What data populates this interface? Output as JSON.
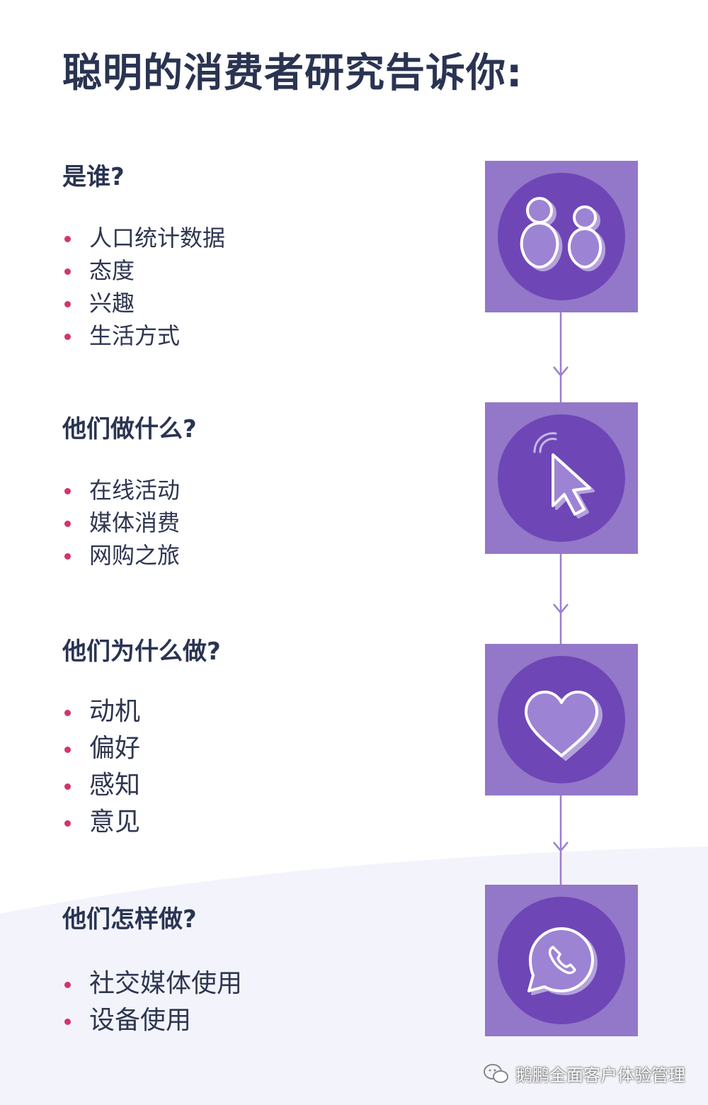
{
  "title": "聪明的消费者研究告诉你:",
  "sections": [
    {
      "heading": "是谁?",
      "items": [
        "人口统计数据",
        "态度",
        "兴趣",
        "生活方式"
      ],
      "icon": "people-icon"
    },
    {
      "heading": "他们做什么?",
      "items": [
        "在线活动",
        "媒体消费",
        "网购之旅"
      ],
      "icon": "cursor-icon"
    },
    {
      "heading": "他们为什么做?",
      "items": [
        "动机",
        "偏好",
        "感知",
        "意见"
      ],
      "icon": "heart-icon"
    },
    {
      "heading": "他们怎样做?",
      "items": [
        "社交媒体使用",
        "设备使用"
      ],
      "icon": "chat-phone-icon"
    }
  ],
  "watermark": "鹅鹏全面客户体验管理",
  "colors": {
    "heading": "#2a3452",
    "bullet": "#d6336c",
    "box": "#9377c9",
    "circle": "#6f46b6",
    "connector": "#9b7dd0"
  }
}
